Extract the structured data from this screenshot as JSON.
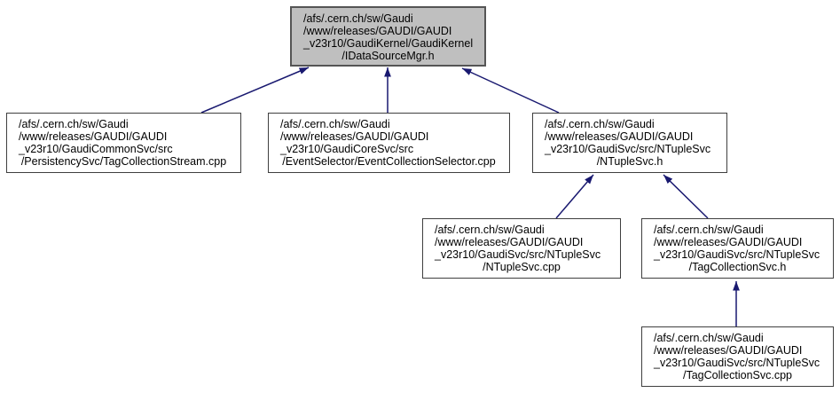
{
  "diagram": {
    "kind": "include-dependency-graph",
    "background_color": "#ffffff",
    "edge_color": "#191970",
    "current_node_fill": "#bfbfbf",
    "node_fill": "#ffffff",
    "node_border_color": "#3f3f3f",
    "nodes": [
      {
        "id": "IDataSourceMgr.h",
        "current": true,
        "lines": [
          "/afs/.cern.ch/sw/Gaudi",
          "/www/releases/GAUDI/GAUDI",
          "_v23r10/GaudiKernel/GaudiKernel",
          "/IDataSourceMgr.h"
        ]
      },
      {
        "id": "TagCollectionStream.cpp",
        "current": false,
        "lines": [
          "/afs/.cern.ch/sw/Gaudi",
          "/www/releases/GAUDI/GAUDI",
          "_v23r10/GaudiCommonSvc/src",
          "/PersistencySvc/TagCollectionStream.cpp"
        ]
      },
      {
        "id": "EventCollectionSelector.cpp",
        "current": false,
        "lines": [
          "/afs/.cern.ch/sw/Gaudi",
          "/www/releases/GAUDI/GAUDI",
          "_v23r10/GaudiCoreSvc/src",
          "/EventSelector/EventCollectionSelector.cpp"
        ]
      },
      {
        "id": "NTupleSvc.h",
        "current": false,
        "lines": [
          "/afs/.cern.ch/sw/Gaudi",
          "/www/releases/GAUDI/GAUDI",
          "_v23r10/GaudiSvc/src/NTupleSvc",
          "/NTupleSvc.h"
        ]
      },
      {
        "id": "NTupleSvc.cpp",
        "current": false,
        "lines": [
          "/afs/.cern.ch/sw/Gaudi",
          "/www/releases/GAUDI/GAUDI",
          "_v23r10/GaudiSvc/src/NTupleSvc",
          "/NTupleSvc.cpp"
        ]
      },
      {
        "id": "TagCollectionSvc.h",
        "current": false,
        "lines": [
          "/afs/.cern.ch/sw/Gaudi",
          "/www/releases/GAUDI/GAUDI",
          "_v23r10/GaudiSvc/src/NTupleSvc",
          "/TagCollectionSvc.h"
        ]
      },
      {
        "id": "TagCollectionSvc.cpp",
        "current": false,
        "lines": [
          "/afs/.cern.ch/sw/Gaudi",
          "/www/releases/GAUDI/GAUDI",
          "_v23r10/GaudiSvc/src/NTupleSvc",
          "/TagCollectionSvc.cpp"
        ]
      }
    ],
    "edges": [
      {
        "from": "TagCollectionStream.cpp",
        "to": "IDataSourceMgr.h"
      },
      {
        "from": "EventCollectionSelector.cpp",
        "to": "IDataSourceMgr.h"
      },
      {
        "from": "NTupleSvc.h",
        "to": "IDataSourceMgr.h"
      },
      {
        "from": "NTupleSvc.cpp",
        "to": "NTupleSvc.h"
      },
      {
        "from": "TagCollectionSvc.h",
        "to": "NTupleSvc.h"
      },
      {
        "from": "TagCollectionSvc.cpp",
        "to": "TagCollectionSvc.h"
      }
    ]
  }
}
